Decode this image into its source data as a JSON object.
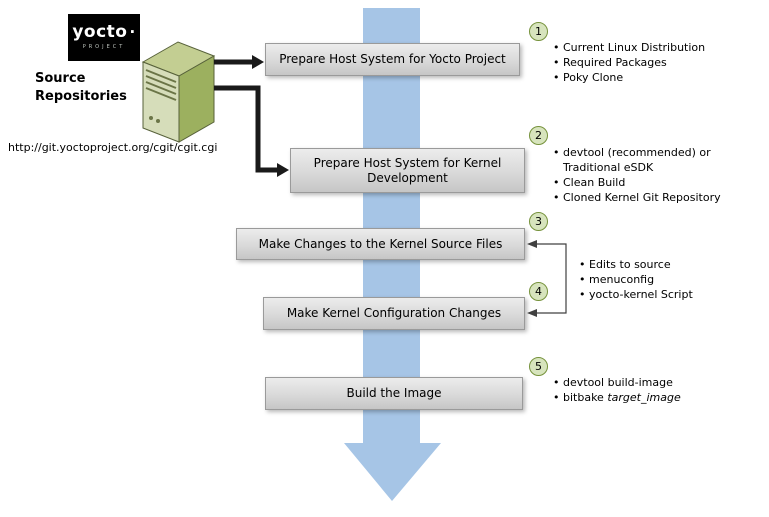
{
  "logo": {
    "brand": "yocto",
    "dot": "·",
    "subtitle": "PROJECT"
  },
  "source": {
    "title_line1": "Source",
    "title_line2": "Repositories",
    "url": "http://git.yoctoproject.org/cgit/cgit.cgi"
  },
  "steps": [
    {
      "num": "1",
      "label": "Prepare Host System for Yocto Project",
      "bullets": [
        "Current Linux Distribution",
        "Required Packages",
        "Poky Clone"
      ]
    },
    {
      "num": "2",
      "label": "Prepare Host System for Kernel Development",
      "bullets": [
        "devtool (recommended) or Traditional eSDK",
        "Clean Build",
        "Cloned Kernel Git Repository"
      ]
    },
    {
      "num": "3",
      "label": "Make Changes to the Kernel Source Files"
    },
    {
      "num": "4",
      "label": "Make Kernel Configuration Changes"
    },
    {
      "num": "5",
      "label": "Build the Image",
      "bullets": [
        "devtool build-image"
      ],
      "bullet2_normal": "bitbake",
      "bullet2_italic": "target_image"
    }
  ],
  "shared_bullets": [
    "Edits to source",
    "menuconfig",
    "yocto-kernel Script"
  ],
  "colors": {
    "flow_arrow_blue": "#a6c5e6",
    "box_fill": "#d9d9d9",
    "box_border": "#9a9a9a",
    "circle_fill": "#d7e4bd",
    "circle_border": "#76923c",
    "server_side_green": "#9cb05f",
    "server_top_green": "#c3ce92",
    "server_front_green": "#d6ddba",
    "connector_black": "#1a1a1a"
  }
}
